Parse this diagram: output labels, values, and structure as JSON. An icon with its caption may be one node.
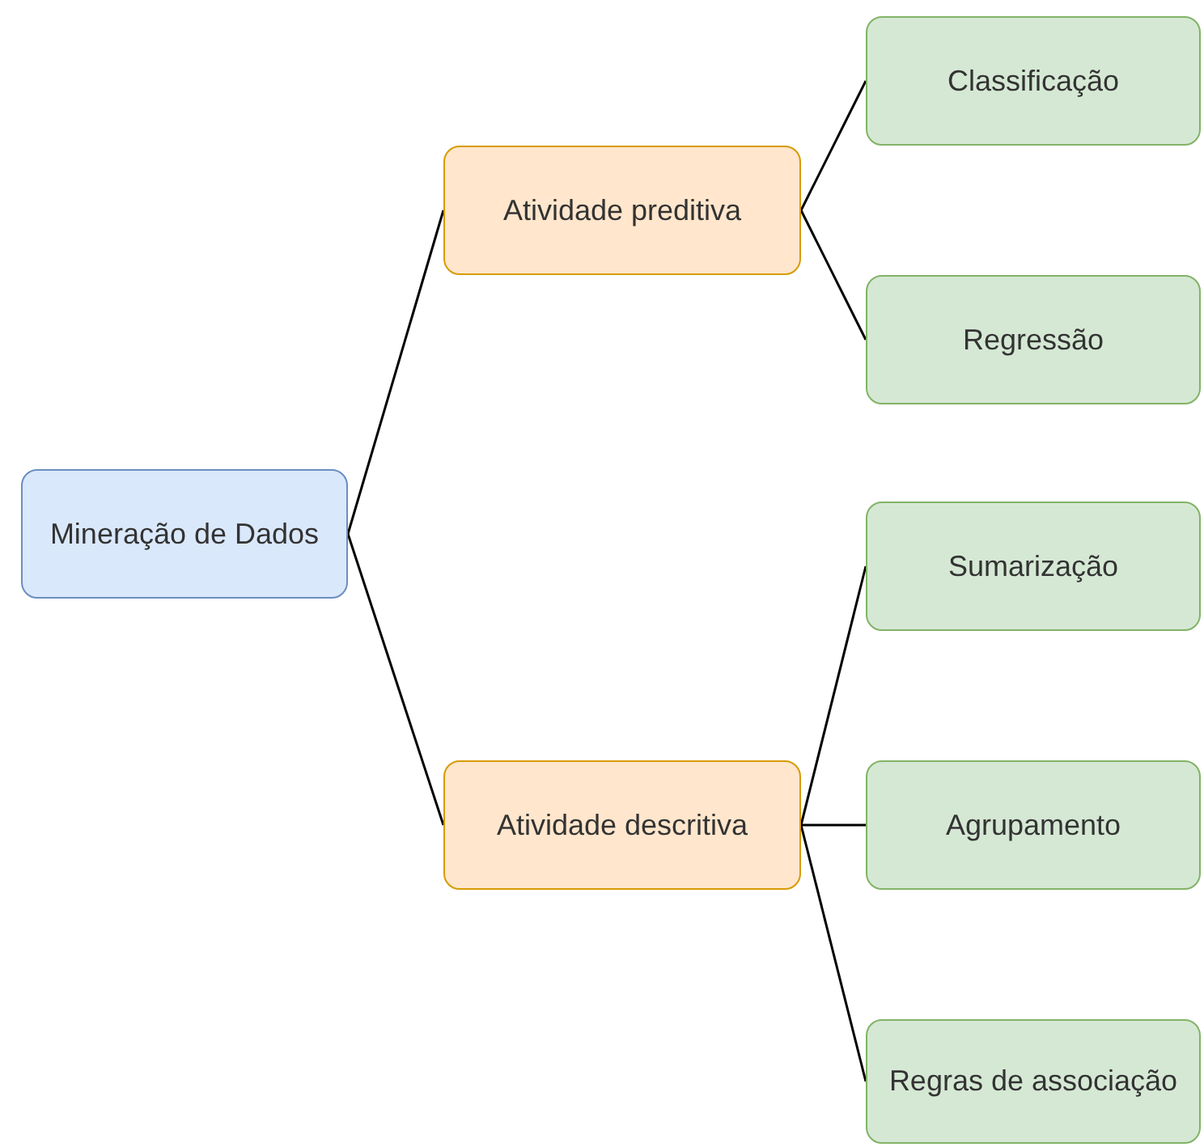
{
  "diagram": {
    "nodes": [
      {
        "text": [
          "Mineração de Dados"
        ]
      },
      {
        "text": [
          "Atividade preditiva"
        ]
      },
      {
        "text": [
          "Atividade descritiva"
        ]
      },
      {
        "text": [
          "Classificação"
        ]
      },
      {
        "text": [
          "Regressão"
        ]
      },
      {
        "text": [
          "Sumarização"
        ]
      },
      {
        "text": [
          "Agrupamento"
        ]
      },
      {
        "text": [
          "Regras de associação"
        ]
      }
    ],
    "edges": [
      {
        "from": 0,
        "to": 1,
        "arrow": "none"
      },
      {
        "from": 0,
        "to": 2,
        "arrow": "none"
      },
      {
        "from": 1,
        "to": 3,
        "arrow": "none"
      },
      {
        "from": 1,
        "to": 4,
        "arrow": "none"
      },
      {
        "from": 2,
        "to": 5,
        "arrow": "none"
      },
      {
        "from": 2,
        "to": 6,
        "arrow": "none"
      },
      {
        "from": 2,
        "to": 7,
        "arrow": "none"
      }
    ]
  }
}
